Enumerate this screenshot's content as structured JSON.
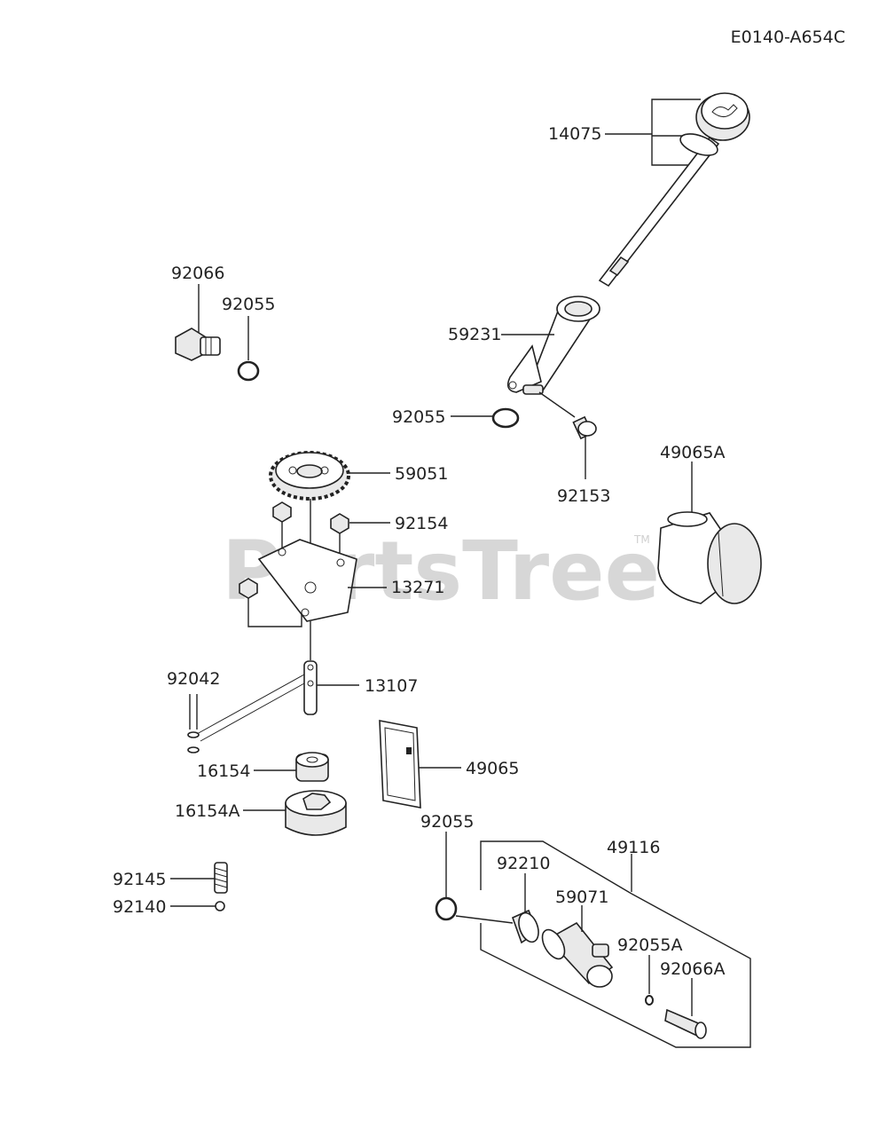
{
  "diagram_code": "E0140-A654C",
  "watermark": {
    "text": "PartsTree",
    "trademark": "TM"
  },
  "parts": [
    {
      "id": "p14075",
      "label": "14075",
      "name": "dipstick-cap"
    },
    {
      "id": "p59231",
      "label": "59231",
      "name": "oil-filler-tube"
    },
    {
      "id": "p92055_tube",
      "label": "92055",
      "name": "o-ring-filler"
    },
    {
      "id": "p92153",
      "label": "92153",
      "name": "flange-bolt"
    },
    {
      "id": "p49065A",
      "label": "49065A",
      "name": "oil-filter"
    },
    {
      "id": "p92066",
      "label": "92066",
      "name": "drain-plug"
    },
    {
      "id": "p92055_plug",
      "label": "92055",
      "name": "o-ring-plug"
    },
    {
      "id": "p59051",
      "label": "59051",
      "name": "pump-gear"
    },
    {
      "id": "p92154",
      "label": "92154",
      "name": "bolt"
    },
    {
      "id": "p13271",
      "label": "13271",
      "name": "pump-plate"
    },
    {
      "id": "p92042",
      "label": "92042",
      "name": "pin"
    },
    {
      "id": "p13107",
      "label": "13107",
      "name": "pump-shaft"
    },
    {
      "id": "p16154",
      "label": "16154",
      "name": "inner-rotor"
    },
    {
      "id": "p16154A",
      "label": "16154A",
      "name": "outer-rotor"
    },
    {
      "id": "p49065",
      "label": "49065",
      "name": "oil-screen"
    },
    {
      "id": "p92055_drain",
      "label": "92055",
      "name": "o-ring-drain"
    },
    {
      "id": "p49116",
      "label": "49116",
      "name": "drain-kit"
    },
    {
      "id": "p92210",
      "label": "92210",
      "name": "nut"
    },
    {
      "id": "p59071",
      "label": "59071",
      "name": "drain-valve"
    },
    {
      "id": "p92055A",
      "label": "92055A",
      "name": "o-ring-small"
    },
    {
      "id": "p92066A",
      "label": "92066A",
      "name": "drain-plug-small"
    },
    {
      "id": "p92145",
      "label": "92145",
      "name": "spring"
    },
    {
      "id": "p92140",
      "label": "92140",
      "name": "ball"
    }
  ]
}
